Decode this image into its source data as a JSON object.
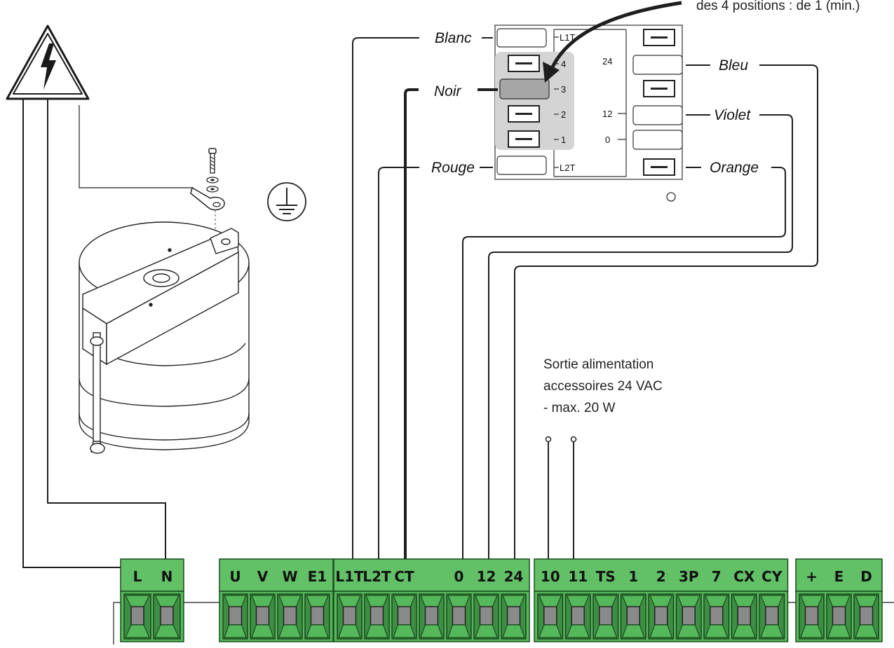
{
  "top_note": "des 4 positions : de 1 (min.)",
  "transformer": {
    "left_tabs": [
      "L1T",
      "4",
      "3",
      "2",
      "1",
      "L2T"
    ],
    "right_marks": [
      "24",
      "12",
      "0"
    ]
  },
  "wire_colors": {
    "blanc": "Blanc",
    "noir": "Noir",
    "rouge": "Rouge",
    "bleu": "Bleu",
    "violet": "Violet",
    "orange": "Orange"
  },
  "accessory_note": {
    "line1": "Sortie alimentation",
    "line2": "accessoires 24 VAC",
    "line3": "- max. 20 W"
  },
  "terminal_blocks": [
    {
      "id": "mains",
      "labels": [
        "L",
        "N"
      ]
    },
    {
      "id": "motor",
      "labels": [
        "U",
        "V",
        "W",
        "E1"
      ]
    },
    {
      "id": "transformer",
      "labels": [
        "L1T",
        "L2T",
        "CT",
        "",
        "0",
        "12",
        "24"
      ]
    },
    {
      "id": "controls",
      "labels": [
        "10",
        "11",
        "TS",
        "1",
        "2",
        "3P",
        "7",
        "CX",
        "CY"
      ]
    },
    {
      "id": "encoder",
      "labels": [
        "+",
        "E",
        "D"
      ]
    }
  ],
  "colors": {
    "terminal_green": "#55b85a",
    "terminal_dark": "#3d8f43",
    "terminal_header": "#62c066",
    "screw_grey": "#8a8a8a",
    "wire": "#1e1e1e"
  }
}
